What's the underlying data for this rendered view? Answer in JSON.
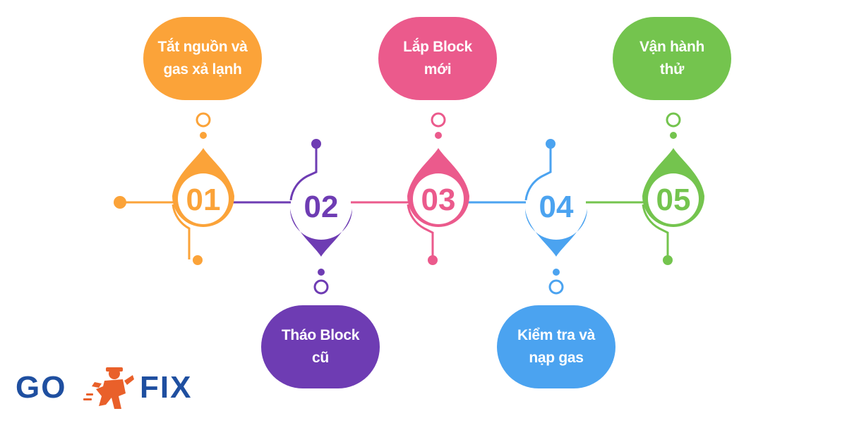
{
  "steps": [
    {
      "number": "01",
      "label_line1": "Tắt nguồn và",
      "label_line2": "gas xả lạnh",
      "color": "#FBA339",
      "position": "top"
    },
    {
      "number": "02",
      "label_line1": "Tháo Block",
      "label_line2": "cũ",
      "color": "#6E3CB3",
      "position": "bottom"
    },
    {
      "number": "03",
      "label_line1": "Lắp Block",
      "label_line2": "mới",
      "color": "#EB5A8C",
      "position": "top"
    },
    {
      "number": "04",
      "label_line1": "Kiểm tra và",
      "label_line2": "nạp gas",
      "color": "#4BA3F0",
      "position": "bottom"
    },
    {
      "number": "05",
      "label_line1": "Vận hành",
      "label_line2": "thử",
      "color": "#74C44E",
      "position": "top"
    }
  ],
  "logo": {
    "left_text": "GO",
    "right_text": "FIX",
    "text_color": "#1F4FA0",
    "mascot_color": "#E9602A"
  }
}
